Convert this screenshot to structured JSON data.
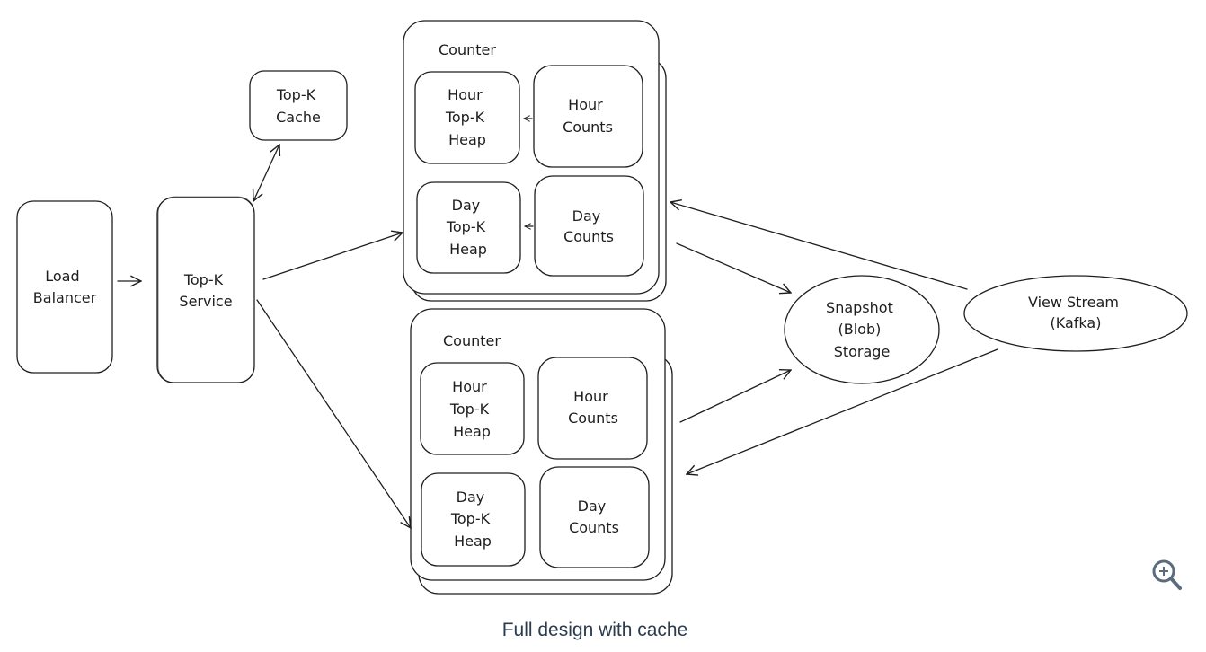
{
  "caption": "Full design with cache",
  "zoom_button": {
    "icon": "zoom-in-icon",
    "color": "#5a6b7d"
  },
  "nodes": {
    "load_balancer": [
      "Load",
      "Balancer"
    ],
    "topk_service": [
      "Top-K",
      "Service"
    ],
    "topk_cache": [
      "Top-K",
      "Cache"
    ],
    "counter_1": {
      "title": "Counter",
      "hour_heap": [
        "Hour",
        "Top-K",
        "Heap"
      ],
      "hour_counts": [
        "Hour",
        "Counts"
      ],
      "day_heap": [
        "Day",
        "Top-K",
        "Heap"
      ],
      "day_counts": [
        "Day",
        "Counts"
      ]
    },
    "counter_2": {
      "title": "Counter",
      "hour_heap": [
        "Hour",
        "Top-K",
        "Heap"
      ],
      "hour_counts": [
        "Hour",
        "Counts"
      ],
      "day_heap": [
        "Day",
        "Top-K",
        "Heap"
      ],
      "day_counts": [
        "Day",
        "Counts"
      ]
    },
    "snapshot_storage": [
      "Snapshot",
      "(Blob)",
      "Storage"
    ],
    "view_stream": [
      "View Stream",
      "(Kafka)"
    ]
  },
  "edges": [
    {
      "from": "load_balancer",
      "to": "topk_service"
    },
    {
      "from": "topk_service",
      "to": "topk_cache",
      "bidirectional": true
    },
    {
      "from": "topk_service",
      "to": "counter_1"
    },
    {
      "from": "topk_service",
      "to": "counter_2"
    },
    {
      "from": "counter_1.hour_counts",
      "to": "counter_1.hour_heap"
    },
    {
      "from": "counter_1.day_counts",
      "to": "counter_1.day_heap"
    },
    {
      "from": "view_stream",
      "to": "counter_1"
    },
    {
      "from": "view_stream",
      "to": "counter_2"
    },
    {
      "from": "counter_1",
      "to": "snapshot_storage"
    },
    {
      "from": "counter_2",
      "to": "snapshot_storage"
    }
  ]
}
